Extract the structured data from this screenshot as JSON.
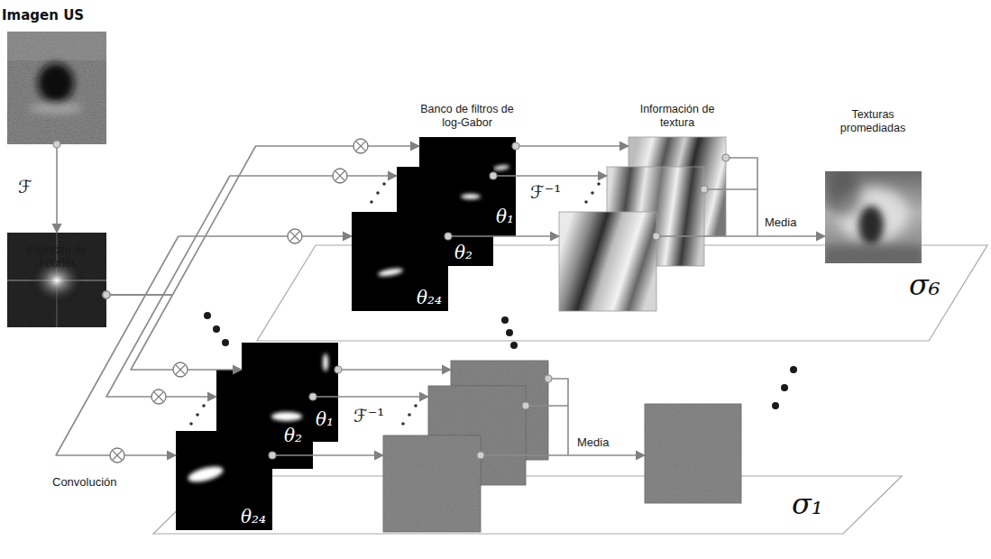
{
  "diagram": {
    "nodes": [
      {
        "text": [
          "Imagen US"
        ]
      },
      {
        "text": [
          "Espectro de Fourier"
        ]
      },
      {
        "text": [
          "Banco de filtros de log-Gabor",
          "θ₁"
        ]
      },
      {
        "text": [
          "θ₂"
        ]
      },
      {
        "text": [
          "θ₂₄"
        ]
      },
      {
        "text": [
          "Información de textura"
        ]
      },
      {
        "text": [
          "Texturas promediadas"
        ]
      },
      {
        "text": [
          "θ₁"
        ]
      },
      {
        "text": [
          "θ₂"
        ]
      },
      {
        "text": [
          "θ₂₄"
        ]
      }
    ],
    "edges": [
      {
        "from": 0,
        "to": 1,
        "arrow": "to",
        "label": "ℱ"
      },
      {
        "from": 1,
        "to": 2,
        "arrow": "to"
      },
      {
        "from": 1,
        "to": 3,
        "arrow": "to"
      },
      {
        "from": 1,
        "to": 4,
        "arrow": "to"
      },
      {
        "from": 1,
        "to": 7,
        "arrow": "to"
      },
      {
        "from": 1,
        "to": 8,
        "arrow": "to"
      },
      {
        "from": 1,
        "to": 9,
        "arrow": "to"
      },
      {
        "from": 2,
        "to": 5,
        "arrow": "to"
      },
      {
        "from": 5,
        "to": 6,
        "arrow": "to",
        "label": "Media"
      }
    ],
    "labels": [
      "ℱ⁻¹",
      "σ₆",
      "Convolución",
      "ℱ⁻¹",
      "Media",
      "σ₁"
    ]
  }
}
